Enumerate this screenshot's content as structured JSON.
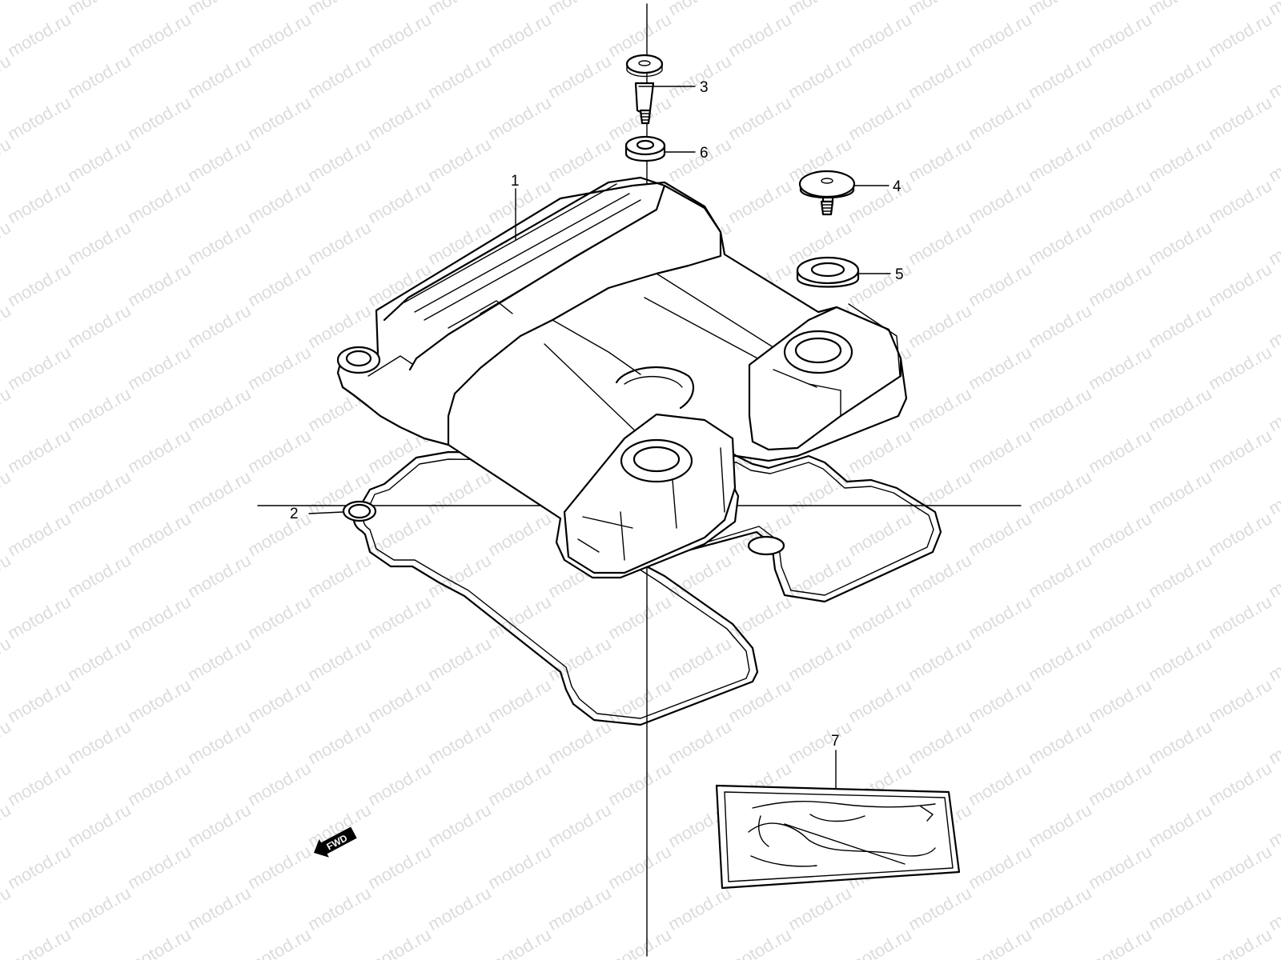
{
  "watermark": {
    "text": "motod.ru",
    "color": "#dcdcdc"
  },
  "callouts": [
    {
      "id": "1",
      "label": "1",
      "part": "cylinder-head-cover"
    },
    {
      "id": "2",
      "label": "2",
      "part": "head-cover-gasket"
    },
    {
      "id": "3",
      "label": "3",
      "part": "head-cover-bolt"
    },
    {
      "id": "4",
      "label": "4",
      "part": "head-cover-bolt"
    },
    {
      "id": "5",
      "label": "5",
      "part": "rubber-washer"
    },
    {
      "id": "6",
      "label": "6",
      "part": "rubber-washer"
    },
    {
      "id": "7",
      "label": "7",
      "part": "sealant-pack"
    }
  ],
  "direction_badge": {
    "label": "FWD",
    "icon": "arrow-left-down-icon"
  }
}
